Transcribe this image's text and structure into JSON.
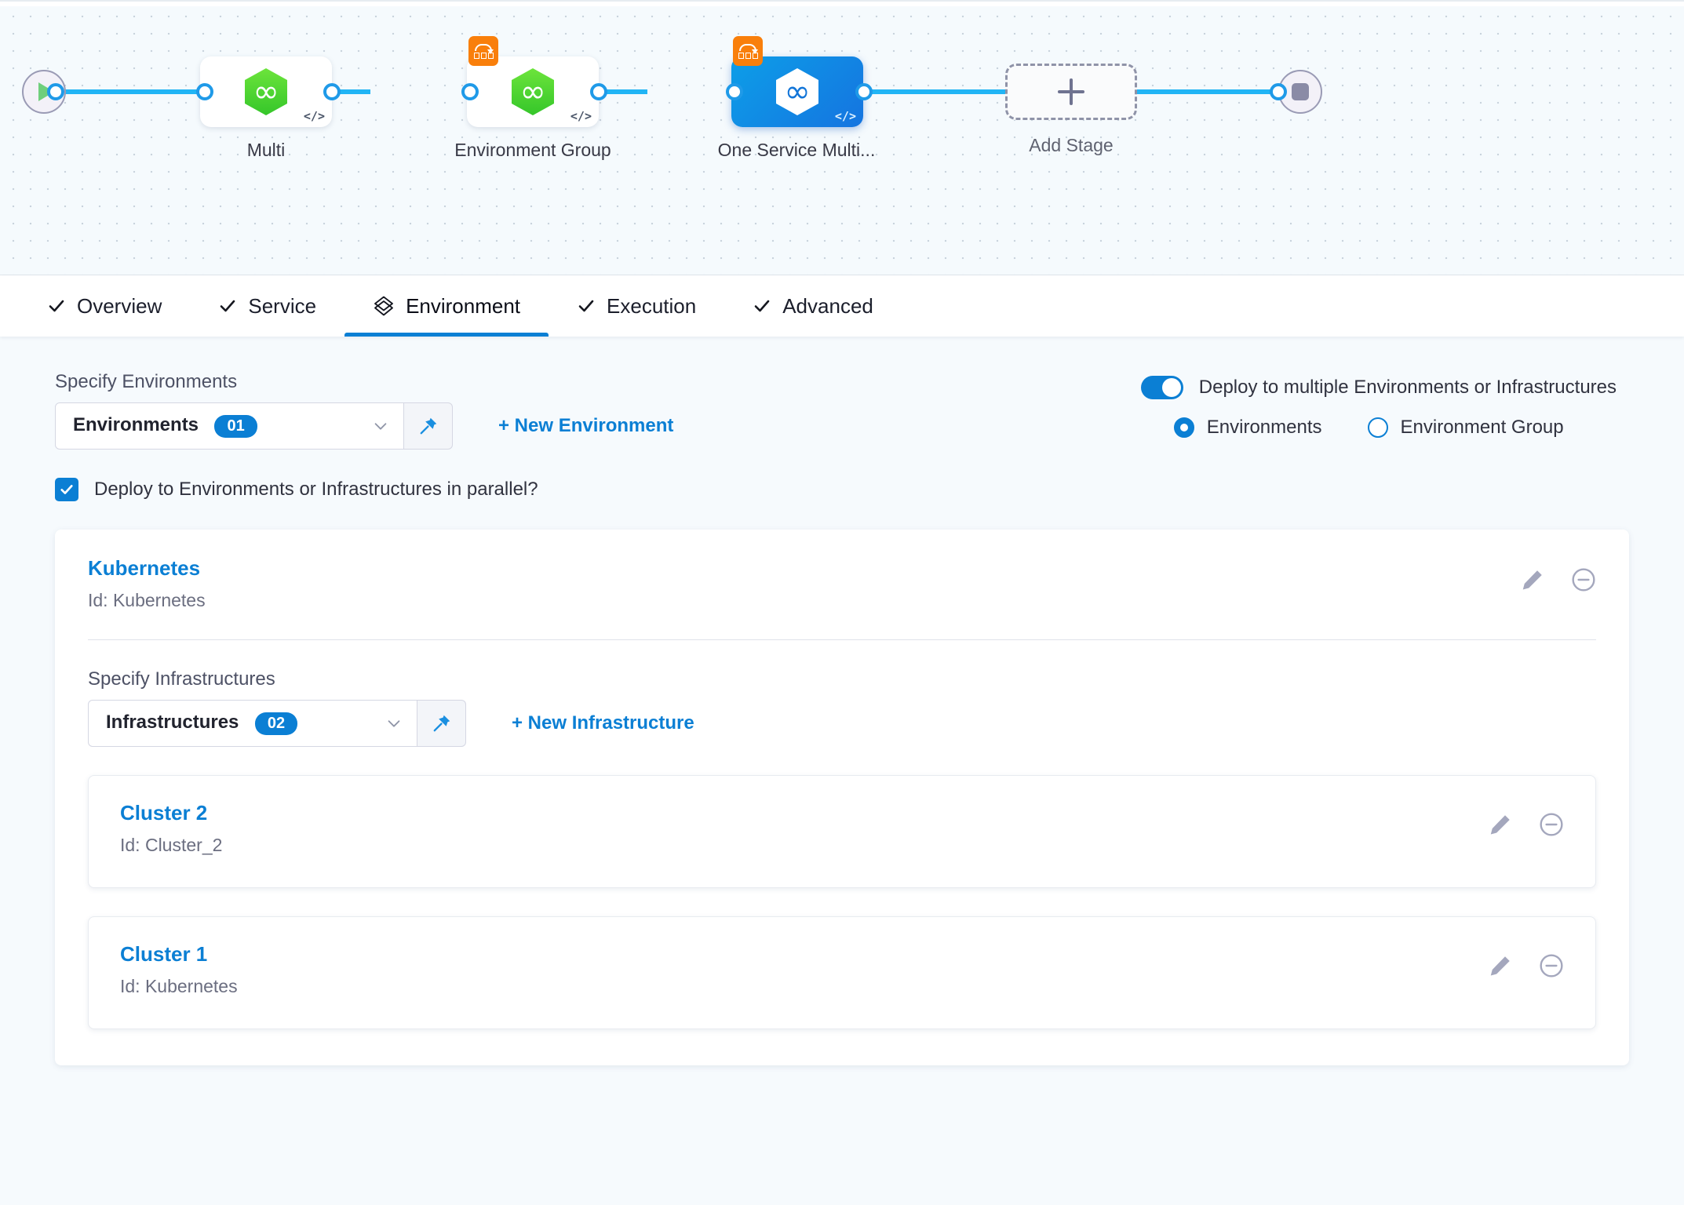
{
  "pipeline": {
    "start_node": "start-node",
    "end_node": "end-node",
    "stages": [
      {
        "label": "Multi",
        "selected": false,
        "has_overlay_badge": false,
        "icon": "green-hexagon-infinity-icon",
        "code_badge": "</>"
      },
      {
        "label": "Environment Group",
        "selected": false,
        "has_overlay_badge": true,
        "icon": "green-hexagon-infinity-icon",
        "code_badge": "</>"
      },
      {
        "label": "One Service Multi...",
        "selected": true,
        "has_overlay_badge": true,
        "icon": "white-hexagon-infinity-icon",
        "code_badge": "</>"
      }
    ],
    "add_stage_label": "Add Stage"
  },
  "tabs": [
    {
      "label": "Overview",
      "icon": "check-icon",
      "active": false
    },
    {
      "label": "Service",
      "icon": "check-icon",
      "active": false
    },
    {
      "label": "Environment",
      "icon": "layers-diamond-icon",
      "active": true
    },
    {
      "label": "Execution",
      "icon": "check-icon",
      "active": false
    },
    {
      "label": "Advanced",
      "icon": "check-icon",
      "active": false
    }
  ],
  "environments_section": {
    "label": "Specify Environments",
    "select_value": "Environments",
    "select_count": "01",
    "new_link": "+ New Environment",
    "pin_icon": "pin-icon",
    "chevron_icon": "chevron-down-icon"
  },
  "multi_deploy": {
    "toggle_label": "Deploy to multiple Environments or Infrastructures",
    "toggle_on": true,
    "radios": [
      {
        "label": "Environments",
        "selected": true
      },
      {
        "label": "Environment Group",
        "selected": false
      }
    ]
  },
  "parallel": {
    "label": "Deploy to Environments or Infrastructures in parallel?",
    "checked": true
  },
  "environment_card": {
    "name": "Kubernetes",
    "id": "Id: Kubernetes",
    "edit_icon": "pencil-icon",
    "remove_icon": "minus-circle-icon",
    "infrastructures_section": {
      "label": "Specify Infrastructures",
      "select_value": "Infrastructures",
      "select_count": "02",
      "new_link": "+ New Infrastructure",
      "pin_icon": "pin-icon",
      "chevron_icon": "chevron-down-icon"
    },
    "infrastructures": [
      {
        "name": "Cluster 2",
        "id": "Id: Cluster_2",
        "edit_icon": "pencil-icon",
        "remove_icon": "minus-circle-icon"
      },
      {
        "name": "Cluster 1",
        "id": "Id: Kubernetes",
        "edit_icon": "pencil-icon",
        "remove_icon": "minus-circle-icon"
      }
    ]
  },
  "colors": {
    "accent_blue": "#0b7fd4",
    "link_blue": "#0b7fd4",
    "connector_blue": "#21b5f5",
    "stage_green": "#35c62a",
    "badge_orange": "#f97f0b",
    "canvas_bg": "#f5fafd",
    "page_bg": "#f6fafd"
  }
}
